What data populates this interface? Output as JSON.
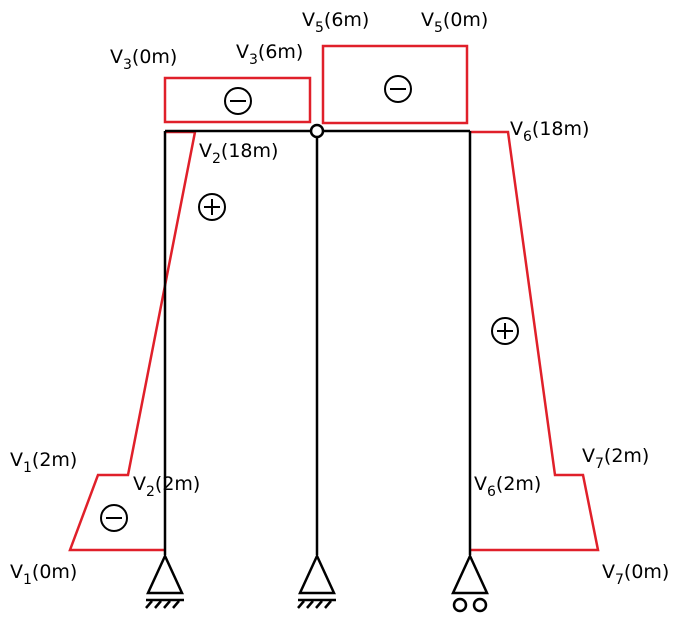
{
  "labels": {
    "v3_0m": {
      "name": "V",
      "sub": "3",
      "suffix": "(0m)"
    },
    "v3_6m": {
      "name": "V",
      "sub": "3",
      "suffix": "(6m)"
    },
    "v5_6m": {
      "name": "V",
      "sub": "5",
      "suffix": "(6m)"
    },
    "v5_0m": {
      "name": "V",
      "sub": "5",
      "suffix": "(0m)"
    },
    "v2_18m": {
      "name": "V",
      "sub": "2",
      "suffix": "(18m)"
    },
    "v6_18m": {
      "name": "V",
      "sub": "6",
      "suffix": "(18m)"
    },
    "v1_2m": {
      "name": "V",
      "sub": "1",
      "suffix": "(2m)"
    },
    "v2_2m": {
      "name": "V",
      "sub": "2",
      "suffix": "(2m)"
    },
    "v6_2m": {
      "name": "V",
      "sub": "6",
      "suffix": "(2m)"
    },
    "v7_2m": {
      "name": "V",
      "sub": "7",
      "suffix": "(2m)"
    },
    "v1_0m": {
      "name": "V",
      "sub": "1",
      "suffix": "(0m)"
    },
    "v7_0m": {
      "name": "V",
      "sub": "7",
      "suffix": "(0m)"
    }
  },
  "colors": {
    "structure": "#000000",
    "diagram": "#e0202a"
  },
  "symbols": {
    "positive": "plus-in-circle",
    "negative": "minus-in-circle"
  },
  "supports": [
    "pin-support",
    "pin-support",
    "roller-support"
  ]
}
